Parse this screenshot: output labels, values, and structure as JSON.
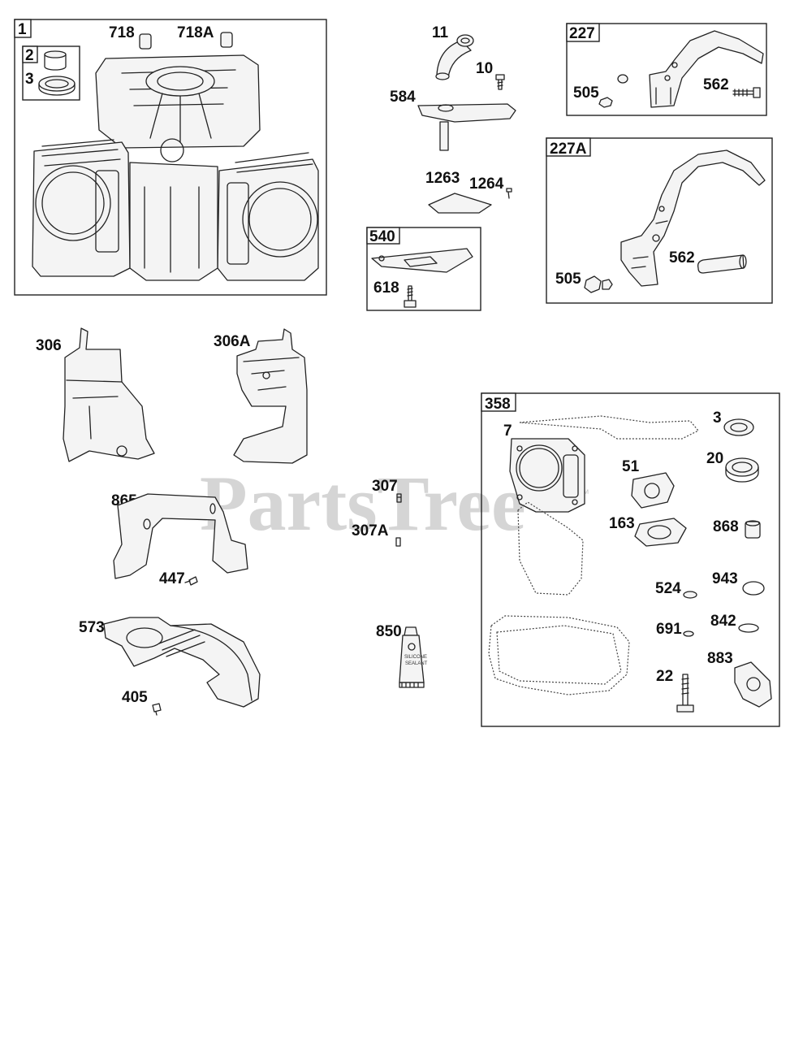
{
  "watermark": {
    "text": "PartsTree",
    "tm": "™"
  },
  "boxes": {
    "b1": "1",
    "b2": "2",
    "b227": "227",
    "b227a": "227A",
    "b540": "540",
    "b358": "358"
  },
  "labels": {
    "p718": "718",
    "p718a": "718A",
    "p3a": "3",
    "p11": "11",
    "p10": "10",
    "p584": "584",
    "p1263": "1263",
    "p1264": "1264",
    "p618": "618",
    "p505a": "505",
    "p562a": "562",
    "p505b": "505",
    "p562b": "562",
    "p306": "306",
    "p306a": "306A",
    "p865": "865",
    "p447": "447",
    "p573": "573",
    "p405": "405",
    "p307": "307",
    "p307a": "307A",
    "p850": "850",
    "p7": "7",
    "p3b": "3",
    "p20": "20",
    "p51": "51",
    "p163": "163",
    "p868": "868",
    "p524": "524",
    "p943": "943",
    "p691": "691",
    "p842": "842",
    "p22": "22",
    "p883": "883"
  },
  "tube": {
    "line1": "SILICONE",
    "line2": "SEALANT"
  }
}
